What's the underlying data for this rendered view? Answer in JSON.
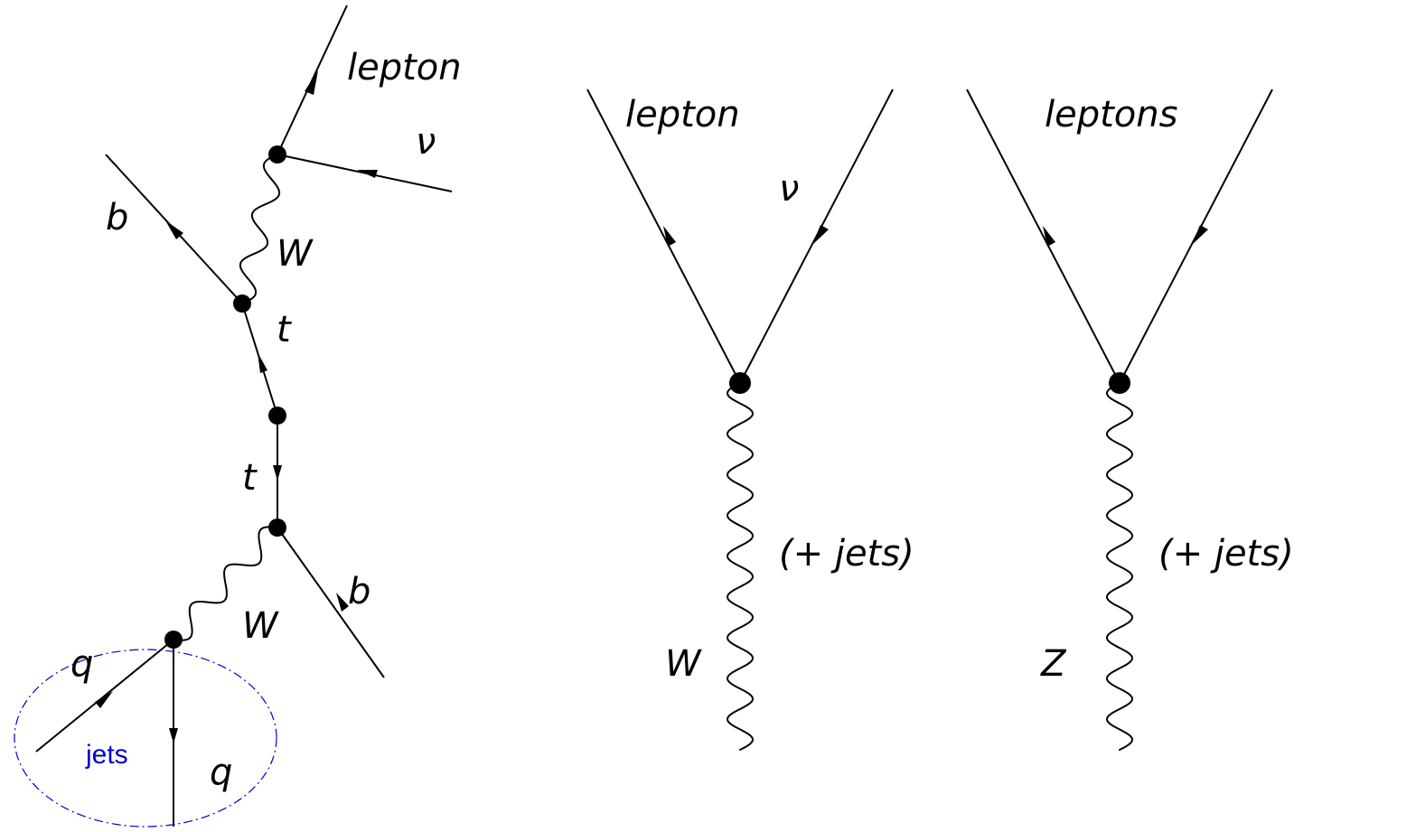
{
  "diagram_left": {
    "labels": {
      "lepton": "lepton",
      "nu": "ν",
      "b_top": "b",
      "w_top": "W",
      "t_upper": "t",
      "t_lower": "t",
      "b_bottom": "b",
      "w_bottom": "W",
      "q_left": "q",
      "q_bottom": "q",
      "jets": "jets"
    }
  },
  "diagram_w": {
    "labels": {
      "lepton": "lepton",
      "nu": "ν",
      "jets_note": "(+ jets)",
      "boson": "W"
    }
  },
  "diagram_z": {
    "labels": {
      "leptons": "leptons",
      "jets_note": "(+ jets)",
      "boson": "Z"
    }
  },
  "colors": {
    "lines": "#000000",
    "jets_annotation": "#0000cc"
  }
}
